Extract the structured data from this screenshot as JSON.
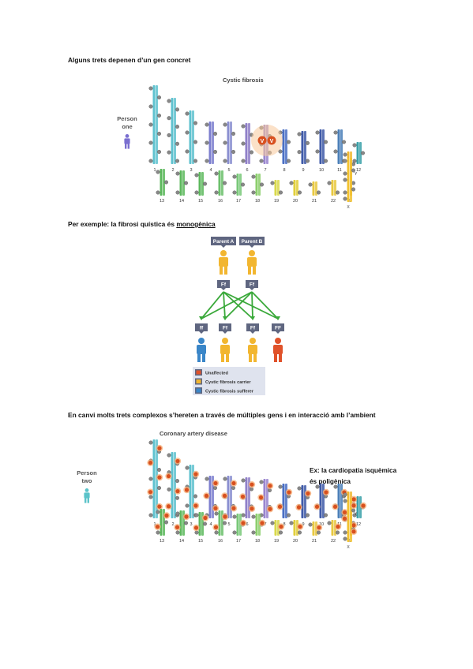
{
  "sections": {
    "s1": "Alguns trets depenen d’un gen concret",
    "s2_prefix": "Per exemple: la fibrosi quística és ",
    "s2_term": "monogènica",
    "s3": "En canvi molts trets complexos s’hereten a través de múltiples gens i en interacció amb l’ambient",
    "note_line1": "Ex: la cardiopatia isquèmica",
    "note_line2": "és poligènica"
  },
  "karyotype1": {
    "title": "Cystic fibrosis",
    "person_line1": "Person",
    "person_line2": "one",
    "highlight_letter": "V",
    "chromosome_labels": [
      "1",
      "2",
      "3",
      "4",
      "5",
      "6",
      "7",
      "8",
      "9",
      "10",
      "11",
      "12",
      "13",
      "14",
      "15",
      "16",
      "17",
      "18",
      "19",
      "20",
      "21",
      "22",
      "X",
      "Y"
    ]
  },
  "pedigree": {
    "parent_a": "Parent A",
    "parent_b": "Parent B",
    "parent_genotype": "Ff",
    "children_genotypes": [
      "ff",
      "Ff",
      "Ff",
      "FF"
    ],
    "legend": [
      "Unaffected",
      "Cystic fibrosis carrier",
      "Cystic fibrosis sufferer"
    ],
    "colors": {
      "unaffected": "#e0522a",
      "carrier": "#f2b630",
      "sufferer": "#3a86c8",
      "box": "#5f6680",
      "arrow": "#3aa93a"
    }
  },
  "karyotype2": {
    "title": "Coronary artery disease",
    "person_line1": "Person",
    "person_line2": "two",
    "chromosome_labels": [
      "1",
      "2",
      "3",
      "4",
      "5",
      "6",
      "7",
      "8",
      "9",
      "10",
      "11",
      "12",
      "13",
      "14",
      "15",
      "16",
      "17",
      "18",
      "19",
      "20",
      "21",
      "22",
      "X",
      "Y"
    ]
  }
}
